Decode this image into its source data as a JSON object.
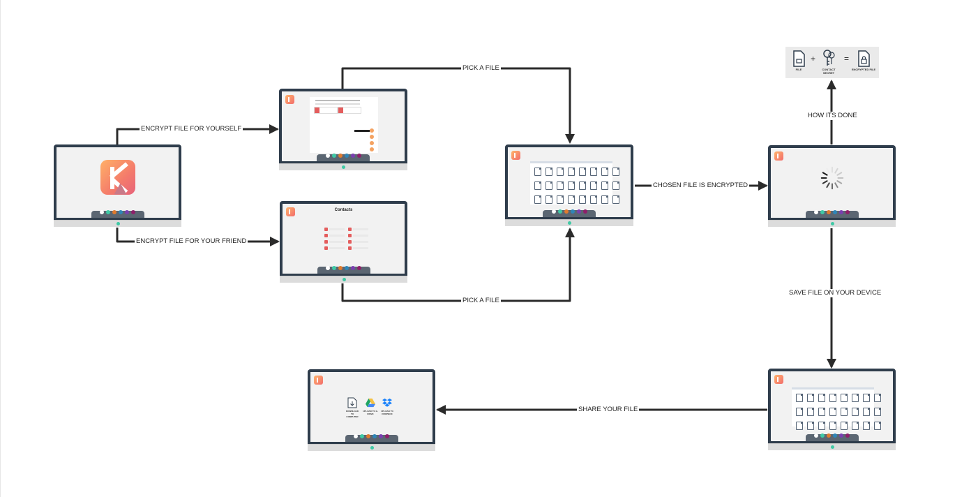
{
  "connectors": {
    "encrypt_self": "ENCRYPT FILE FOR YOURSELF",
    "encrypt_friend": "ENCRYPT FILE FOR YOUR FRIEND",
    "pick_file_top": "PICK A FILE",
    "pick_file_bottom": "PICK A FILE",
    "chosen_encrypted": "CHOSEN FILE IS ENCRYPTED",
    "how_done": "HOW ITS DONE",
    "save_file": "SAVE FILE ON YOUR DEVICE",
    "share_file": "SHARE YOUR FILE"
  },
  "legend": {
    "file": "FILE",
    "plus": "+",
    "contact_secret": "CONTACT SECRET",
    "equals": "=",
    "encrypted_file": "ENCRYPTED FILE"
  },
  "screens": {
    "contacts_title": "Contacts",
    "share": {
      "download": "DOWNLOAD TO COMPUTER",
      "gdrive": "UPLOAD TO G. DRIVE",
      "dropbox": "UPLOAD TO DROPBOX"
    }
  },
  "colors": {
    "frame": "#2f3d4c",
    "screen": "#f2f2f2",
    "arrow": "#2b2b2b",
    "brand_orange": "#f4a261",
    "brand_red": "#e45d5d",
    "led": "#3fc9a5"
  },
  "dock_colors": [
    "#ffffff",
    "#3fc9a5",
    "#e07b2e",
    "#2f86b8",
    "#7a3fb0",
    "#8e1f6a"
  ],
  "icons": {
    "laptop": "laptop-icon",
    "file": "file-icon",
    "key": "key-icon",
    "encrypted_file": "encrypted-file-icon",
    "spinner": "loading-spinner-icon",
    "google_drive": "google-drive-icon",
    "dropbox": "dropbox-icon"
  }
}
